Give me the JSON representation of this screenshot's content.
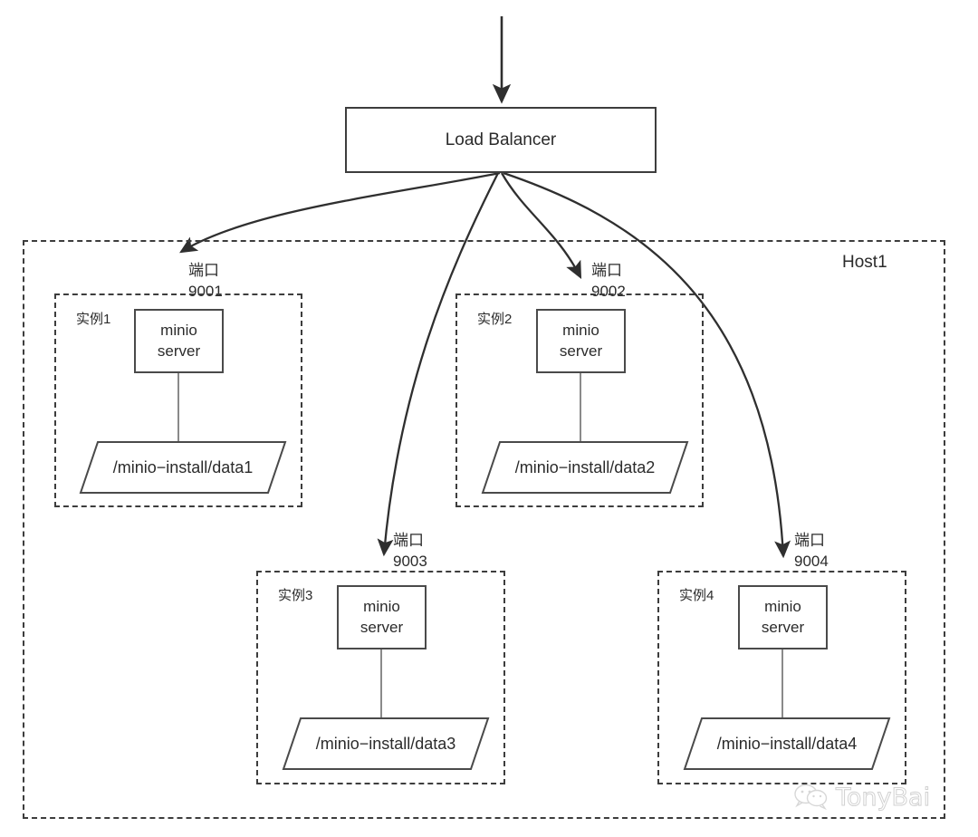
{
  "diagram": {
    "title_node": {
      "label": "Load Balancer"
    },
    "host": {
      "label": "Host1"
    },
    "ingress_arrow": {
      "name": "incoming-traffic-arrow"
    },
    "connections": [
      {
        "port_name": "端口",
        "port_number": "9001",
        "target": "实例1"
      },
      {
        "port_name": "端口",
        "port_number": "9002",
        "target": "实例2"
      },
      {
        "port_name": "端口",
        "port_number": "9003",
        "target": "实例3"
      },
      {
        "port_name": "端口",
        "port_number": "9004",
        "target": "实例4"
      }
    ],
    "instances": [
      {
        "label": "实例1",
        "server": {
          "line1": "minio",
          "line2": "server"
        },
        "storage": "/minio−install/data1"
      },
      {
        "label": "实例2",
        "server": {
          "line1": "minio",
          "line2": "server"
        },
        "storage": "/minio−install/data2"
      },
      {
        "label": "实例3",
        "server": {
          "line1": "minio",
          "line2": "server"
        },
        "storage": "/minio−install/data3"
      },
      {
        "label": "实例4",
        "server": {
          "line1": "minio",
          "line2": "server"
        },
        "storage": "/minio−install/data4"
      }
    ],
    "watermark": {
      "text": "TonyBai",
      "icon": "wechat-icon"
    },
    "colors": {
      "stroke": "#3d3d3d",
      "text": "#2b2b2b",
      "background": "#ffffff",
      "connector": "#4a4a4a"
    }
  }
}
